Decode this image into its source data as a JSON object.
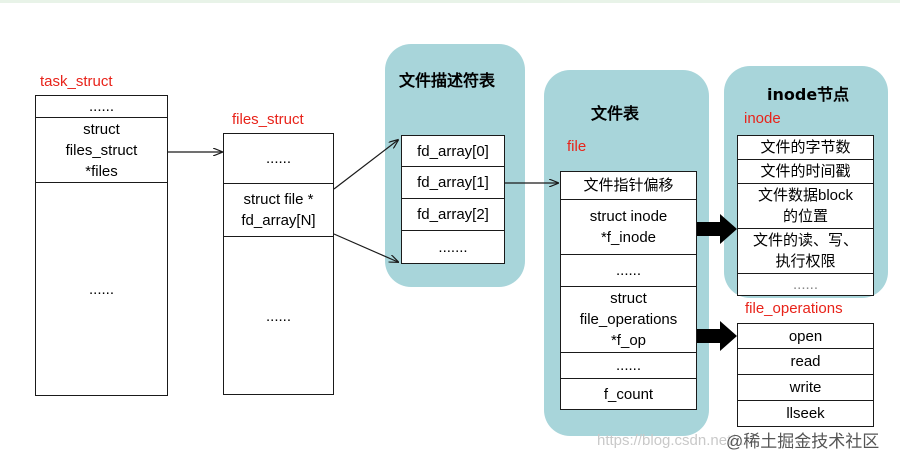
{
  "task_struct": {
    "label": "task_struct",
    "rows": [
      "......",
      "struct\nfiles_struct\n*files",
      "......"
    ]
  },
  "files_struct": {
    "label": "files_struct",
    "rows": [
      "......",
      "struct file *\nfd_array[N]",
      "......"
    ]
  },
  "fd_table": {
    "title": "文件描述符表",
    "rows": [
      "fd_array[0]",
      "fd_array[1]",
      "fd_array[2]",
      "......."
    ]
  },
  "file_table": {
    "title": "文件表",
    "label": "file",
    "rows": [
      "文件指针偏移",
      "struct inode\n*f_inode",
      "......",
      "struct\nfile_operations\n*f_op",
      "......",
      "f_count"
    ]
  },
  "inode_node": {
    "title": "inode节点",
    "label": "inode",
    "rows": [
      "文件的字节数",
      "文件的时间戳",
      "文件数据block\n的位置",
      "文件的读、写、\n执行权限",
      "......"
    ]
  },
  "file_operations": {
    "label": "file_operations",
    "rows": [
      "open",
      "read",
      "write",
      "llseek"
    ]
  },
  "watermark": {
    "url": "https://blog.csdn.net/...",
    "site": "@稀土掘金技术社区"
  },
  "colors": {
    "panel": "#a8d5da",
    "label_red": "#e8231a",
    "line": "#1a1a1a"
  }
}
